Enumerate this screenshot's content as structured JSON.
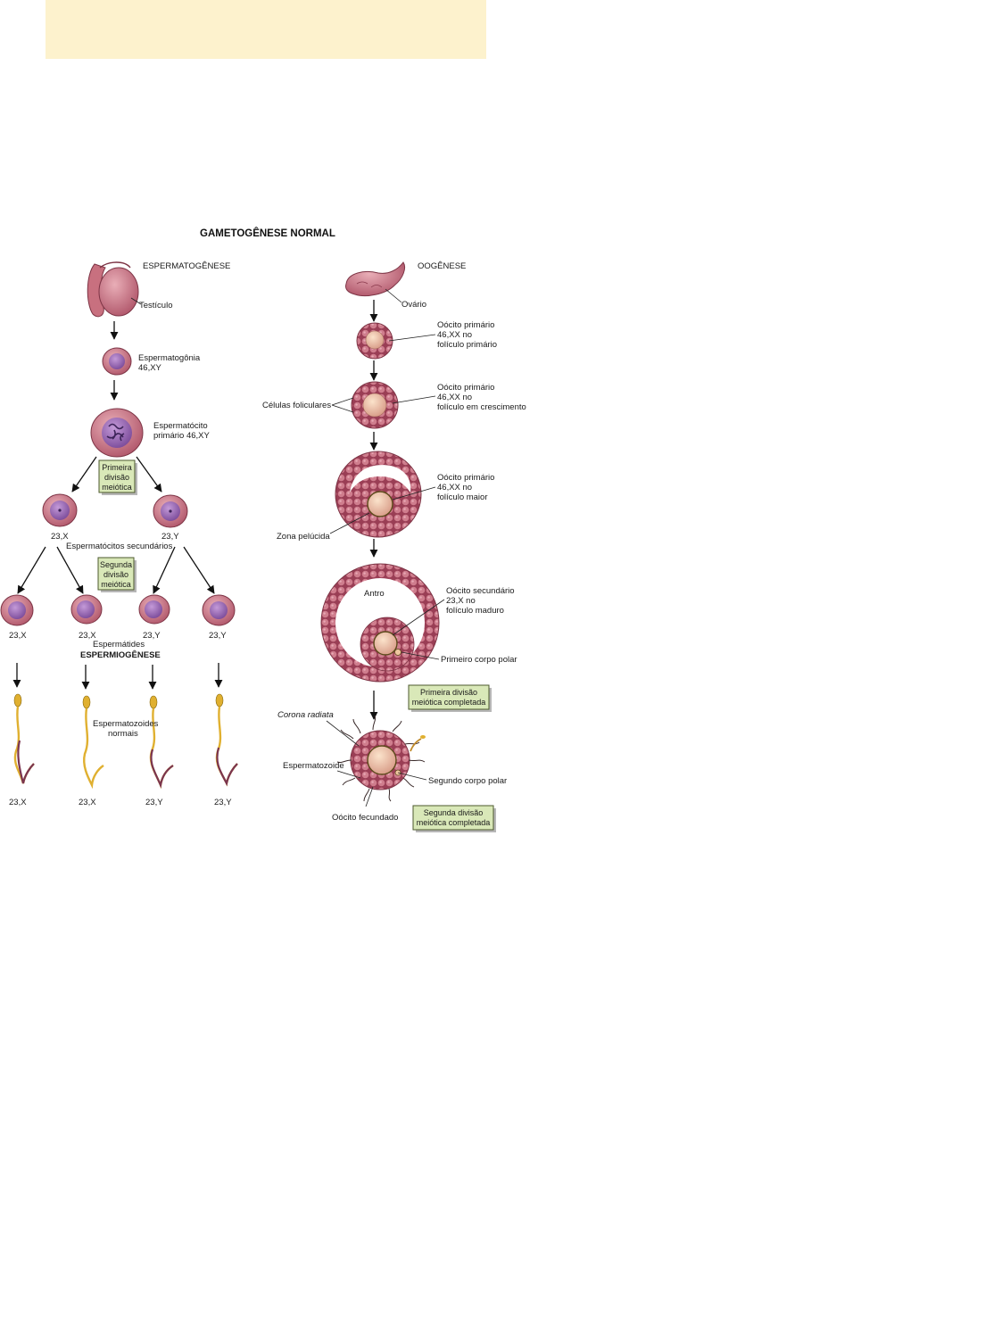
{
  "title": "GAMETOGÊNESE NORMAL",
  "sperm": {
    "heading": "ESPERMATOGÊNESE",
    "testicle": "Testículo",
    "spermatogonia": [
      "Espermatogônia",
      "46,XY"
    ],
    "primary": [
      "Espermatócito",
      "primário 46,XY"
    ],
    "first_division": [
      "Primeira",
      "divisão",
      "meiótica"
    ],
    "secondary_left": "23,X",
    "secondary_right": "23,Y",
    "secondary_label": "Espermatócitos secundários",
    "second_division": [
      "Segunda",
      "divisão",
      "meiótica"
    ],
    "spermatids": [
      "23,X",
      "23,X",
      "23,Y",
      "23,Y"
    ],
    "spermatids_label": "Espermátides",
    "spermiogenesis": "ESPERMIOGÊNESE",
    "normal_sperm": [
      "Espermatozoides",
      "normais"
    ],
    "sperm_labels": [
      "23,X",
      "23,X",
      "23,Y",
      "23,Y"
    ]
  },
  "oo": {
    "heading": "OOGÊNESE",
    "ovary": "Ovário",
    "primary1": [
      "Oócito primário",
      "46,XX no",
      "folículo primário"
    ],
    "follicular": "Células foliculares",
    "primary2": [
      "Oócito primário",
      "46,XX no",
      "folículo em crescimento"
    ],
    "primary3": [
      "Oócito primário",
      "46,XX no",
      "folículo maior"
    ],
    "zona": "Zona pelúcida",
    "antrum": "Antro",
    "secondary": [
      "Oócito secundário",
      "23,X no",
      "folículo maduro"
    ],
    "first_polar": "Primeiro corpo polar",
    "first_done": [
      "Primeira divisão",
      "meiótica completada"
    ],
    "corona": "Corona radiata",
    "sperm": "Espermatozoide",
    "second_polar": "Segundo corpo polar",
    "fertilized": "Oócito fecundado",
    "second_done": [
      "Segunda divisão",
      "meiótica completada"
    ]
  },
  "colors": {
    "band": "#fdf2cd",
    "cell": "#c97a86",
    "nucleus": "#9467b0",
    "follicle": "#b8566a",
    "oocyte": "#efc6a0",
    "label_box": "#d9e8b8",
    "sperm_head": "#e0b030",
    "sperm_tail": "#7a3450"
  }
}
